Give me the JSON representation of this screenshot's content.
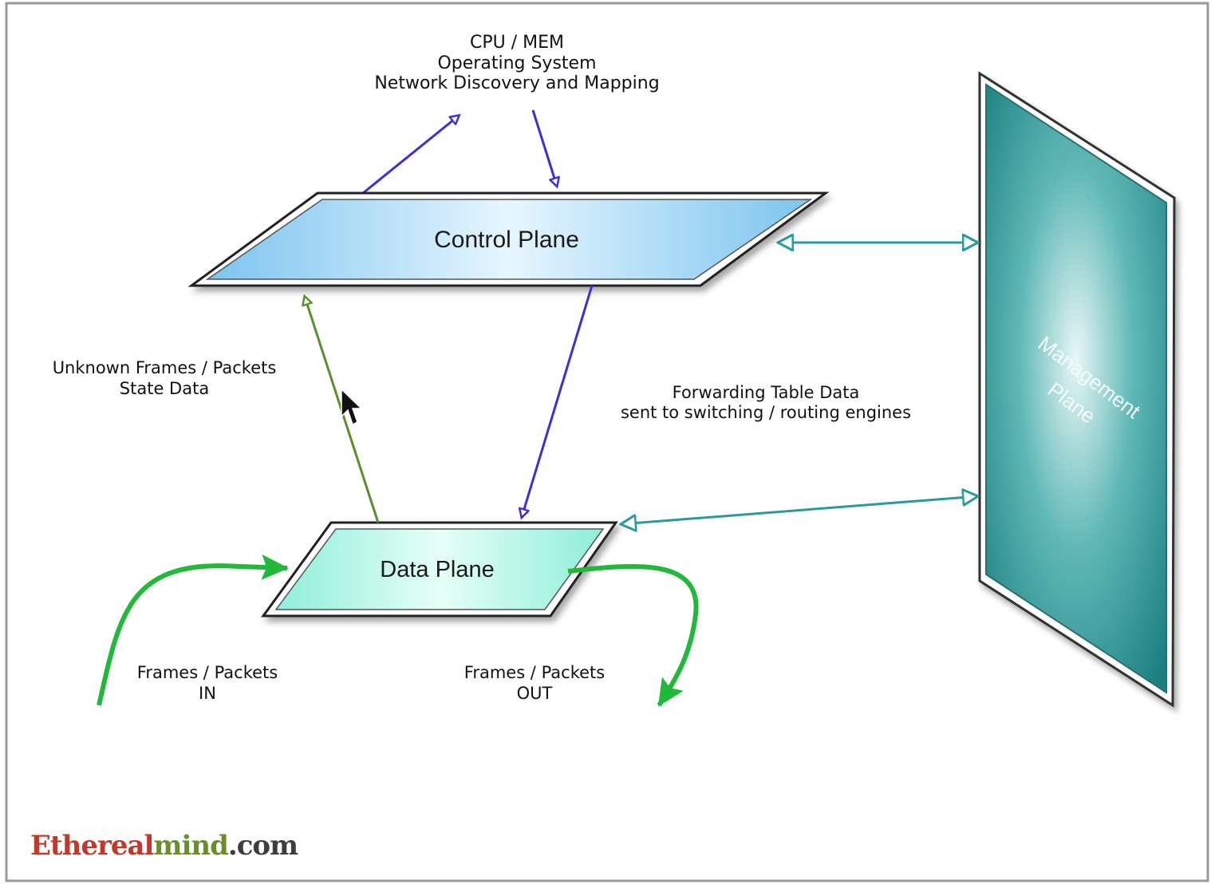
{
  "top_note": {
    "line1": "CPU / MEM",
    "line2": "Operating System",
    "line3": "Network Discovery and Mapping"
  },
  "planes": {
    "control": "Control Plane",
    "data": "Data Plane",
    "management_line1": "Management",
    "management_line2": "Plane"
  },
  "labels": {
    "unknown_line1": "Unknown Frames / Packets",
    "unknown_line2": "State Data",
    "forwarding_line1": "Forwarding Table Data",
    "forwarding_line2": "sent to switching / routing engines",
    "in_line1": "Frames / Packets",
    "in_line2": "IN",
    "out_line1": "Frames / Packets",
    "out_line2": "OUT"
  },
  "logo": {
    "part1": "Ethereal",
    "part2": "mind",
    "part3": ".com"
  },
  "colors": {
    "control_arrows": "#3b2fd6",
    "state_arrow": "#5a8f2e",
    "traffic_arrows": "#22b83a",
    "management_links": "#2a9a9a"
  }
}
